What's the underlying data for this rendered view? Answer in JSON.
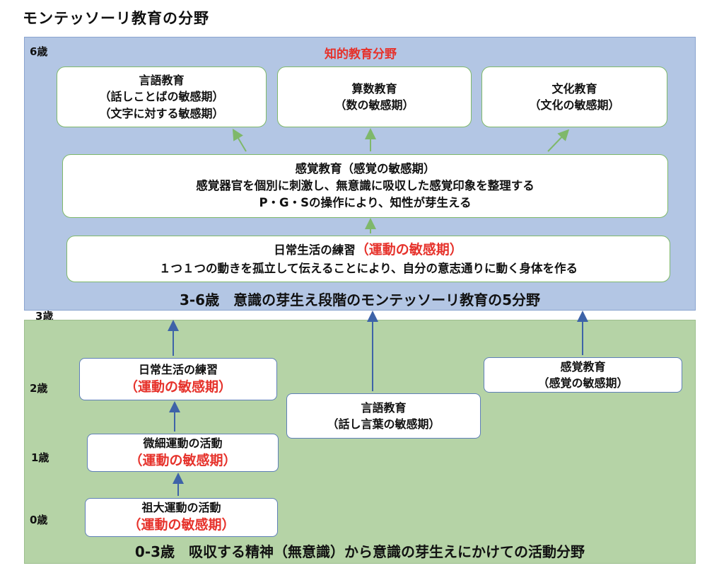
{
  "title": "モンテッソーリ教育の分野",
  "ages": {
    "six": "6歳",
    "three": "3歳",
    "two": "2歳",
    "one": "1歳",
    "zero": "0歳"
  },
  "top_panel": {
    "header": "知的教育分野",
    "language": {
      "title": "言語教育",
      "line1": "（話しことばの敏感期）",
      "line2": "（文字に対する敏感期）"
    },
    "math": {
      "title": "算数教育",
      "line1": "（数の敏感期）"
    },
    "culture": {
      "title": "文化教育",
      "line1": "（文化の敏感期）"
    },
    "sensorial": {
      "title": "感覚教育（感覚の敏感期）",
      "line1": "感覚器官を個別に刺激し、無意識に吸収した感覚印象を整理する",
      "line2": "P・G・Sの操作により、知性が芽生える"
    },
    "practical_life": {
      "title": "日常生活の練習",
      "period": "（運動の敏感期）",
      "line1": "１つ１つの動きを孤立して伝えることにより、自分の意志通りに動く身体を作る"
    },
    "footer": "3-6歳　意識の芽生え段階のモンテッソーリ教育の5分野"
  },
  "bottom_panel": {
    "practical_life": {
      "title": "日常生活の練習",
      "period": "（運動の敏感期）"
    },
    "fine_motor": {
      "title": "微細運動の活動",
      "period": "（運動の敏感期）"
    },
    "gross_motor": {
      "title": "祖大運動の活動",
      "period": "（運動の敏感期）"
    },
    "language": {
      "title": "言語教育",
      "line1": "（話し言葉の敏感期）"
    },
    "sensorial": {
      "title": "感覚教育",
      "line1": "（感覚の敏感期）"
    },
    "footer": "0-3歳　吸収する精神（無意識）から意識の芽生えにかけての活動分野"
  },
  "colors": {
    "top_panel": "#b3c6e4",
    "bottom_panel": "#b5d3a6",
    "green_border": "#7fb86a",
    "blue_border": "#5f7fb8",
    "accent_red": "#e6322b"
  }
}
